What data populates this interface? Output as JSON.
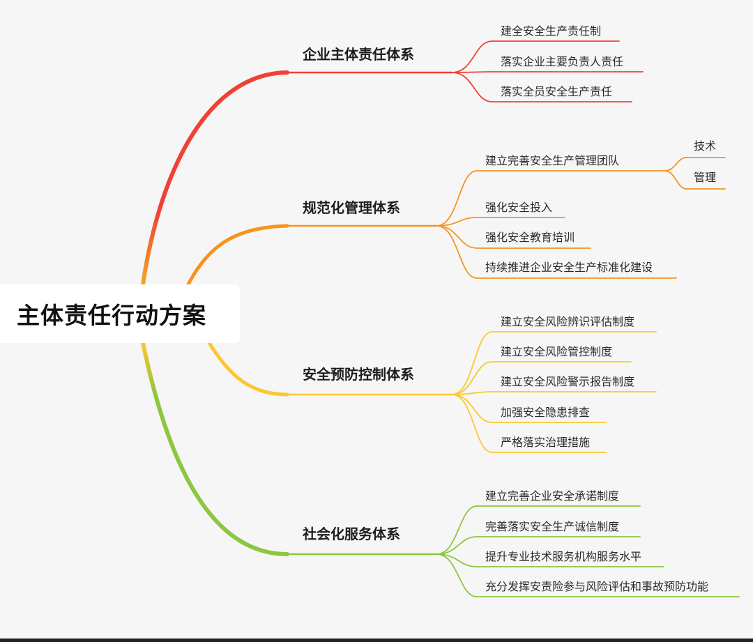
{
  "root": {
    "label": "主体责任行动方案"
  },
  "branches": [
    {
      "label": "企业主体责任体系",
      "color": "#ef4136",
      "items": [
        {
          "label": "建全安全生产责任制"
        },
        {
          "label": "落实企业主要负责人责任"
        },
        {
          "label": "落实全员安全生产责任"
        }
      ]
    },
    {
      "label": "规范化管理体系",
      "color": "#f7941d",
      "items": [
        {
          "label": "建立完善安全生产管理团队",
          "children": [
            {
              "label": "技术"
            },
            {
              "label": "管理"
            }
          ]
        },
        {
          "label": "强化安全投入"
        },
        {
          "label": "强化安全教育培训"
        },
        {
          "label": "持续推进企业安全生产标准化建设"
        }
      ]
    },
    {
      "label": "安全预防控制体系",
      "color": "#fcc730",
      "items": [
        {
          "label": "建立安全风险辨识评估制度"
        },
        {
          "label": "建立安全风险管控制度"
        },
        {
          "label": "建立安全风险警示报告制度"
        },
        {
          "label": "加强安全隐患排查"
        },
        {
          "label": "严格落实治理措施"
        }
      ]
    },
    {
      "label": "社会化服务体系",
      "color": "#8dc63f",
      "items": [
        {
          "label": "建立完善企业安全承诺制度"
        },
        {
          "label": "完善落实安全生产诚信制度"
        },
        {
          "label": "提升专业技术服务机构服务水平"
        },
        {
          "label": "充分发挥安责险参与风险评估和事故预防功能"
        }
      ]
    }
  ]
}
